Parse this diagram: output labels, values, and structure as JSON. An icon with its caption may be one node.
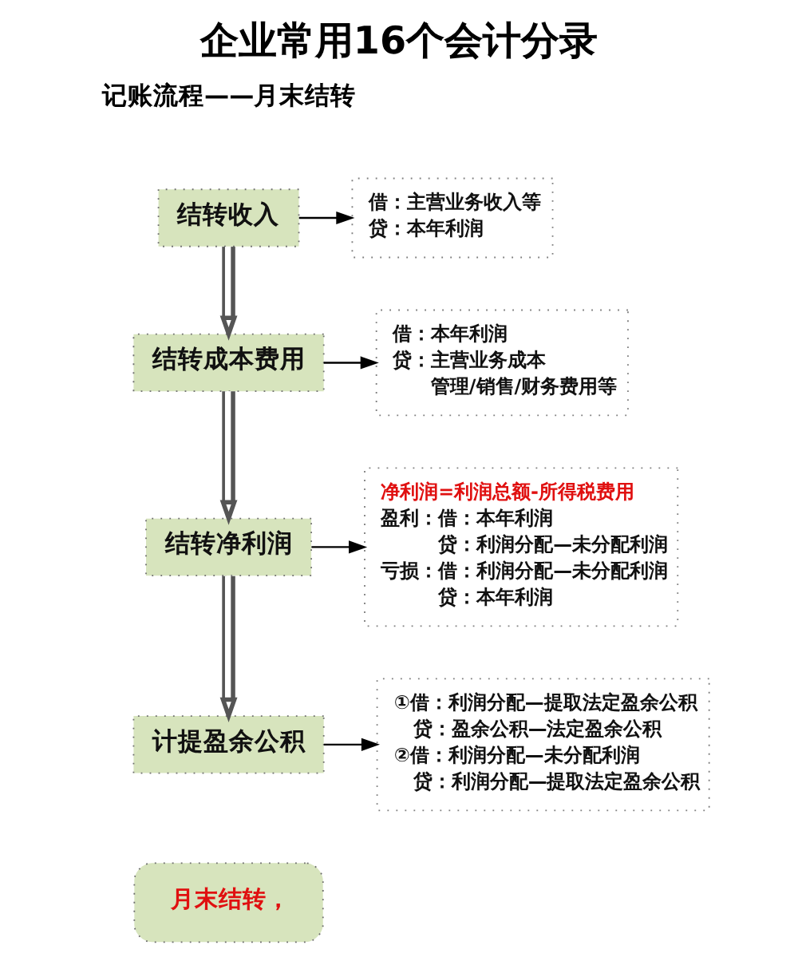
{
  "diagram": {
    "title": "企业常用16个会计分录",
    "nodes": [
      {
        "text": [
          "结转收入"
        ]
      },
      {
        "text": [
          "借：主营业务收入等",
          "贷：本年利润"
        ]
      },
      {
        "text": [
          "结转成本费用"
        ]
      },
      {
        "text": [
          "借：本年利润",
          "贷：主营业务成本",
          "管理/销售/财务费用等"
        ]
      },
      {
        "text": [
          "结转净利润"
        ]
      },
      {
        "text": [
          "净利润=利润总额-所得税费用",
          "盈利：借：本年利润",
          "贷：利润分配—未分配利润",
          "亏损：借：利润分配—未分配利润",
          "贷：本年利润"
        ]
      },
      {
        "text": [
          "计提盈余公积"
        ]
      },
      {
        "text": [
          "①借：利润分配—提取法定盈余公积",
          "贷：盈余公积—法定盈余公积",
          "②借：利润分配—未分配利润",
          "贷：利润分配—提取法定盈余公积"
        ]
      },
      {
        "text": [
          "月末结转，"
        ]
      }
    ],
    "edges": [
      {
        "from": 0,
        "to": 1,
        "arrow": "to"
      },
      {
        "from": 0,
        "to": 2,
        "arrow": "to",
        "style": "thick"
      },
      {
        "from": 2,
        "to": 3,
        "arrow": "to"
      },
      {
        "from": 2,
        "to": 4,
        "arrow": "to",
        "style": "thick"
      },
      {
        "from": 4,
        "to": 5,
        "arrow": "to"
      },
      {
        "from": 4,
        "to": 6,
        "arrow": "to",
        "style": "thick"
      },
      {
        "from": 6,
        "to": 7,
        "arrow": "to"
      }
    ],
    "labels": [
      "记账流程——月末结转"
    ]
  }
}
